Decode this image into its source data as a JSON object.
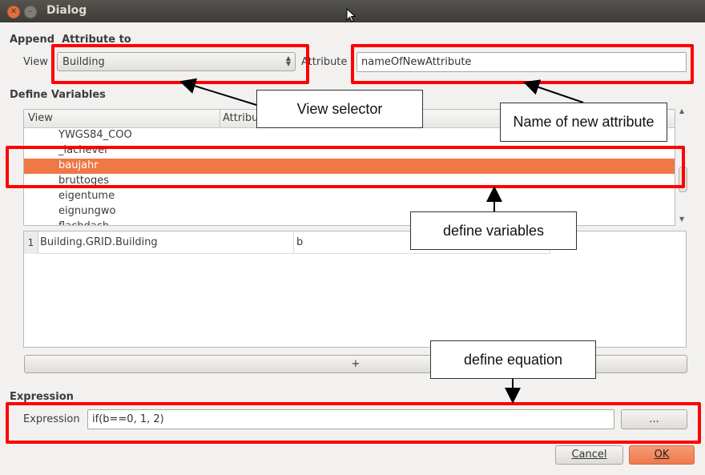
{
  "window": {
    "title": "Dialog"
  },
  "append": {
    "section_label": "Append  Attribute to",
    "view_label": "View",
    "view_value": "Building",
    "attribute_label": "Attribute",
    "attribute_value": "nameOfNewAttribute"
  },
  "variables": {
    "section_label": "Define Variables",
    "columns": [
      "View",
      "Attribu"
    ],
    "rows": [
      "YWGS84_COO",
      "_lachever",
      "baujahr",
      "bruttoges",
      "eigentume",
      "eignungwo",
      "flachdach"
    ],
    "selected_index": 2
  },
  "var_table": {
    "rows": [
      {
        "num": "1",
        "view": "Building.GRID.Building",
        "name": "b"
      }
    ],
    "add_label": "+"
  },
  "expression": {
    "section_label": "Expression",
    "field_label": "Expression",
    "value": "if(b==0, 1, 2)",
    "browse_label": "..."
  },
  "buttons": {
    "cancel": "Cancel",
    "ok": "OK"
  },
  "annotations": {
    "view_selector": "View selector",
    "new_attribute": "Name of new attribute",
    "define_variables": "define variables",
    "define_equation": "define equation"
  },
  "colors": {
    "highlight": "#f07746",
    "annotation_box": "#ff0000",
    "titlebar": "#3c3b37"
  }
}
